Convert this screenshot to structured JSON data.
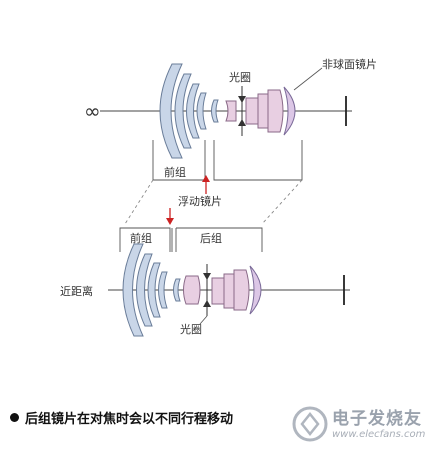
{
  "labels": {
    "infinity": "∞",
    "aspheric": "非球面镜片",
    "aperture_top": "光圈",
    "front_group_top": "前组",
    "floating_lens": "浮动镜片",
    "front_group_bottom": "前组",
    "rear_group": "后组",
    "near_distance": "近距离",
    "aperture_bottom": "光圈"
  },
  "caption": "后组镜片在对焦时会以不同行程移动",
  "watermark": {
    "main": "电子发烧友",
    "sub": "www.elecfans.com"
  },
  "colors": {
    "front_lens_fill": "#c9d6e8",
    "front_lens_stroke": "#6a7d99",
    "rear_lens_fill": "#e8cfe2",
    "rear_lens_stroke": "#8a6a88",
    "arrow_red": "#cc2222",
    "line": "#444444",
    "dashed": "#888888"
  }
}
